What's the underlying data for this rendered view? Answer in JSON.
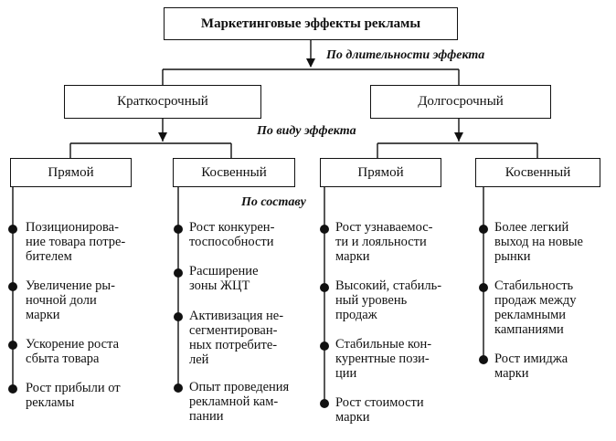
{
  "title": "Маркетинговые эффекты рекламы",
  "criteria": {
    "duration": "По длительности эффекта",
    "type": "По виду эффекта",
    "composition": "По составу"
  },
  "level1": {
    "short": "Краткосрочный",
    "long": "Долгосрочный"
  },
  "level2": {
    "short_direct": "Прямой",
    "short_indirect": "Косвенный",
    "long_direct": "Прямой",
    "long_indirect": "Косвенный"
  },
  "columns": {
    "short_direct": [
      "Позиционирова-\nние товара потре-\nбителем",
      "Увеличение ры-\nночной доли\nмарки",
      "Ускорение роста\nсбыта товара",
      "Рост прибыли от\nрекламы"
    ],
    "short_indirect": [
      "Рост конкурен-\nтоспособности",
      "Расширение\nзоны ЖЦТ",
      "Активизация не-\nсегментирован-\nных потребите-\nлей",
      "Опыт проведения\nрекламной кам-\nпании"
    ],
    "long_direct": [
      "Рост узнаваемос-\nти и лояльности\nмарки",
      "Высокий, стабиль-\nный уровень\nпродаж",
      "Стабильные кон-\nкурентные пози-\nции",
      "Рост стоимости\nмарки"
    ],
    "long_indirect": [
      "Более легкий\nвыход на новые\nрынки",
      "Стабильность\nпродаж между\nрекламными\nкампаниями",
      "Рост имиджа\nмарки"
    ]
  }
}
